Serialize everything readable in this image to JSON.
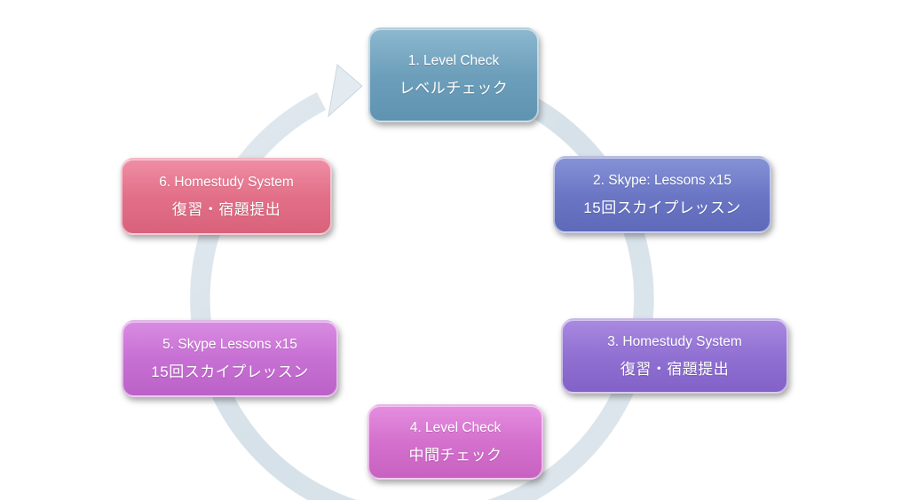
{
  "diagram": {
    "type": "cycle",
    "steps": [
      {
        "en": "1. Level Check",
        "jp": "レベルチェック",
        "color": "#6d9fbb"
      },
      {
        "en": "2. Skype: Lessons x15",
        "jp": "15回スカイプレッスン",
        "color": "#6b77c5"
      },
      {
        "en": "3. Homestudy System",
        "jp": "復習・宿題提出",
        "color": "#9070d2"
      },
      {
        "en": "4. Level Check",
        "jp": "中間チェック",
        "color": "#d470cd"
      },
      {
        "en": "5. Skype Lessons x15",
        "jp": "15回スカイプレッスン",
        "color": "#c770d3"
      },
      {
        "en": "6. Homestudy System",
        "jp": "復習・宿題提出",
        "color": "#e27088"
      }
    ],
    "ring_color": "#dde6ee"
  }
}
